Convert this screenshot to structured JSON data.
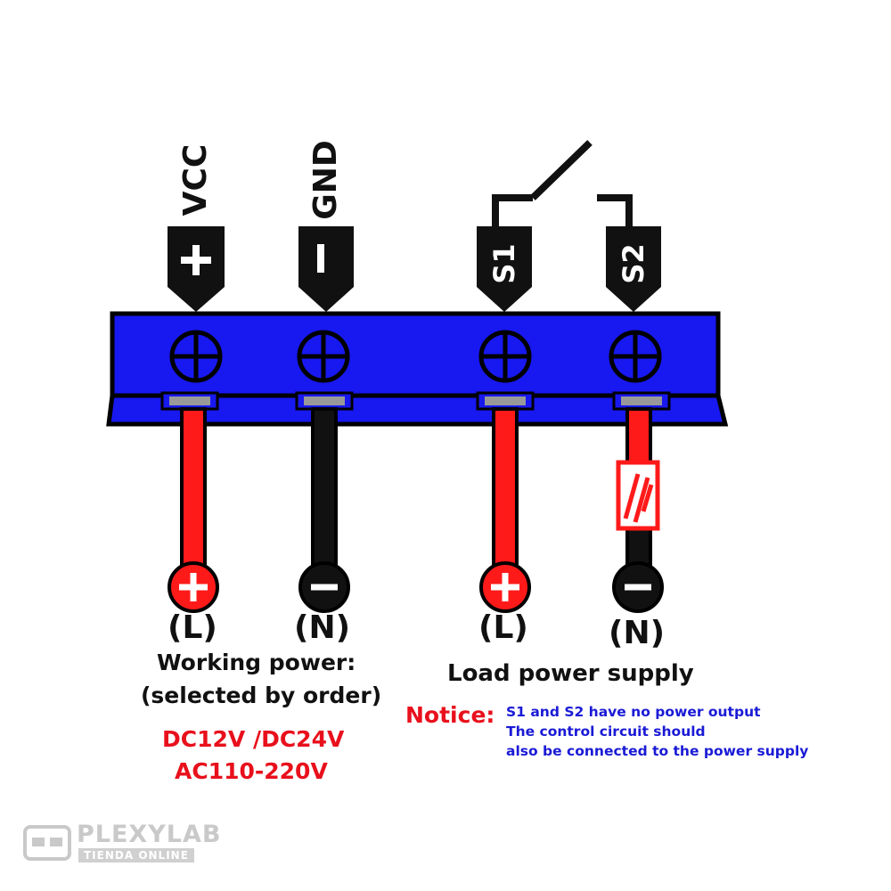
{
  "terminals": {
    "vcc_name": "VCC",
    "gnd_name": "GND",
    "s1_name": "S1",
    "s2_name": "S2"
  },
  "wire_ends": {
    "l1": "(L)",
    "n1": "(N)",
    "l2": "(L)",
    "n2": "(N)"
  },
  "working_power": {
    "title": "Working power:",
    "subtitle": "(selected by order)",
    "dc": "DC12V /DC24V",
    "ac": "AC110-220V"
  },
  "load": {
    "title": "Load power supply"
  },
  "notice": {
    "label": "Notice:",
    "line1": "S1 and S2 have no power output",
    "line2": "The control circuit should",
    "line3": "also be connected to the power supply"
  },
  "watermark": {
    "brand": "PLEXYLAB",
    "tagline": "TIENDA ONLINE"
  },
  "colors": {
    "terminal_block": "#1818f0",
    "positive_wire": "#ff1a1a",
    "negative_wire": "#111111",
    "notice_red": "#e8101c",
    "notice_blue": "#1a1ad6"
  }
}
